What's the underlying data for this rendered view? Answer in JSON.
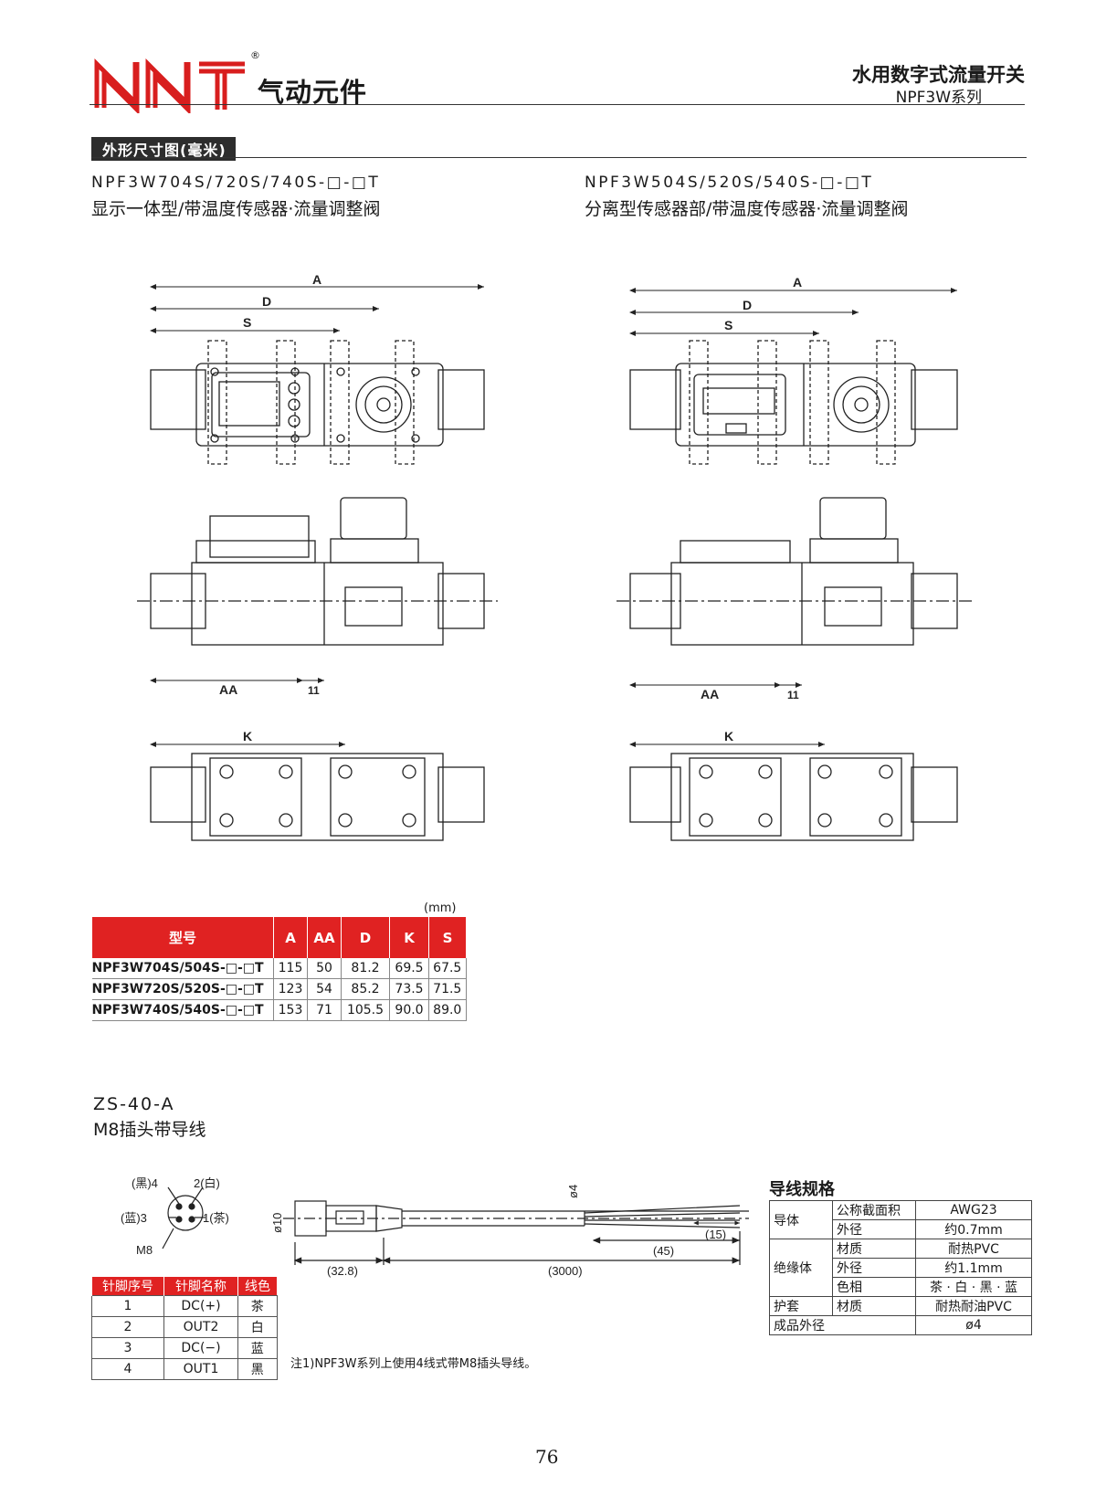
{
  "header": {
    "logo_text": "NNT",
    "reg_mark": "®",
    "brand_cn": "气动元件",
    "title": "水用数字式流量开关",
    "subtitle": "NPF3W系列"
  },
  "section": {
    "tag": "外形尺寸图(毫米)"
  },
  "left_drawing": {
    "model": "NPF3W704S/720S/740S-□-□T",
    "desc": "显示一体型/带温度传感器·流量调整阀",
    "dim_A": "A",
    "dim_D": "D",
    "dim_S": "S",
    "dim_AA": "AA",
    "dim_11": "11",
    "dim_K": "K"
  },
  "right_drawing": {
    "model": "NPF3W504S/520S/540S-□-□T",
    "desc": "分离型传感器部/带温度传感器·流量调整阀",
    "dim_A": "A",
    "dim_D": "D",
    "dim_S": "S",
    "dim_AA": "AA",
    "dim_11": "11",
    "dim_K": "K"
  },
  "dim_table": {
    "unit": "(mm)",
    "headers": [
      "型号",
      "A",
      "AA",
      "D",
      "K",
      "S"
    ],
    "rows": [
      [
        "NPF3W704S/504S-□-□T",
        "115",
        "50",
        "81.2",
        "69.5",
        "67.5"
      ],
      [
        "NPF3W720S/520S-□-□T",
        "123",
        "54",
        "85.2",
        "73.5",
        "71.5"
      ],
      [
        "NPF3W740S/540S-□-□T",
        "153",
        "71",
        "105.5",
        "90.0",
        "89.0"
      ]
    ]
  },
  "cable": {
    "title": "ZS-40-A",
    "desc": "M8插头带导线",
    "pin_labels": {
      "p4": "(黑)4",
      "p2": "2(白)",
      "p3": "(蓝)3",
      "p1": "1(茶)",
      "m8": "M8"
    },
    "dims": {
      "d10": "ø10",
      "d4": "ø4",
      "l15": "(15)",
      "l45": "(45)",
      "l328": "(32.8)",
      "l3000": "(3000)"
    },
    "pin_table": {
      "headers": [
        "针脚序号",
        "针脚名称",
        "线色"
      ],
      "rows": [
        [
          "1",
          "DC(+)",
          "茶"
        ],
        [
          "2",
          "OUT2",
          "白"
        ],
        [
          "3",
          "DC(−)",
          "蓝"
        ],
        [
          "4",
          "OUT1",
          "黑"
        ]
      ]
    },
    "note": "注1)NPF3W系列上使用4线式带M8插头导线。"
  },
  "wire_spec": {
    "title": "导线规格",
    "rows": [
      {
        "group": "导体",
        "item": "公称截面积",
        "value": "AWG23"
      },
      {
        "group": "",
        "item": "外径",
        "value": "约0.7mm"
      },
      {
        "group": "绝缘体",
        "item": "材质",
        "value": "耐热PVC"
      },
      {
        "group": "",
        "item": "外径",
        "value": "约1.1mm"
      },
      {
        "group": "",
        "item": "色相",
        "value": "茶 · 白 · 黑 · 蓝"
      },
      {
        "group": "护套",
        "item": "材质",
        "value": "耐热耐油PVC"
      },
      {
        "group": "成品外径",
        "item": "",
        "value": "ø4"
      }
    ]
  },
  "colors": {
    "accent_red": "#e02222",
    "logo_red": "#d81e1e",
    "dark": "#2d2d2d"
  },
  "page_number": "76"
}
